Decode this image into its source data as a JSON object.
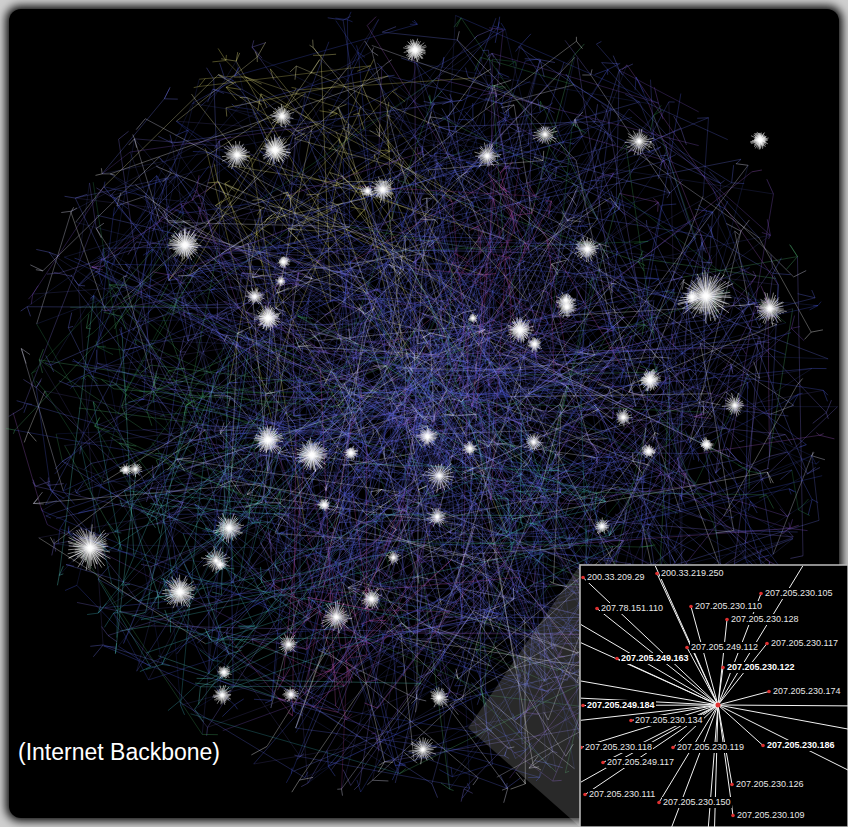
{
  "diagram": {
    "labels": [
      "(Internet Backbone)",
      "200.33.209.29",
      "200.33.219.250",
      "207.205.230.105",
      "207.78.151.110",
      "207.205.230.110",
      "207.205.230.128",
      "207.205.249.112",
      "207.205.230.117",
      "207.205.249.163",
      "207.205.230.122",
      "207.205.230.174",
      "207.205.249.184",
      "207.205.230.134",
      "207.205.230.118",
      "207.205.230.119",
      "207.205.230.186",
      "207.205.249.117",
      "207.205.230.126",
      "207.205.230.111",
      "207.205.230.150",
      "207.205.230.109"
    ]
  }
}
